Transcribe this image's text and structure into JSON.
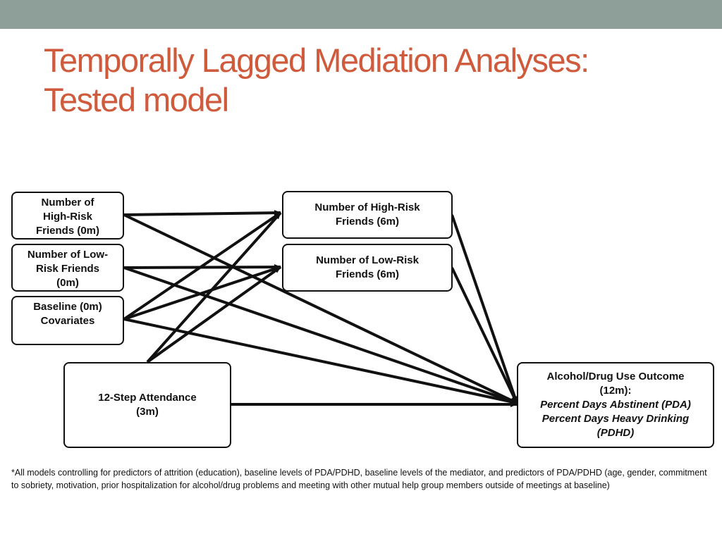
{
  "header": {
    "title_line1": "Temporally Lagged Mediation Analyses:",
    "title_line2": "Tested model"
  },
  "colors": {
    "title": "#d05a3c",
    "top_bar": "#8e9e98",
    "stroke": "#111111"
  },
  "diagram": {
    "nodes": {
      "hr0": {
        "lines": [
          "Number of",
          "High-Risk",
          "Friends (0m)"
        ]
      },
      "lr0": {
        "lines": [
          "Number of Low-",
          "Risk Friends",
          "(0m)"
        ]
      },
      "cov": {
        "lines": [
          "Baseline (0m)",
          "Covariates"
        ]
      },
      "att": {
        "lines": [
          "12-Step Attendance",
          "(3m)"
        ]
      },
      "hr6": {
        "lines": [
          "Number of High-Risk",
          "Friends (6m)"
        ]
      },
      "lr6": {
        "lines": [
          "Number of Low-Risk",
          "Friends (6m)"
        ]
      },
      "out": {
        "line1": "Alcohol/Drug Use Outcome",
        "line2": "(12m):",
        "line3": "Percent Days Abstinent (PDA)",
        "line4": "Percent Days Heavy Drinking",
        "line5": "(PDHD)"
      }
    },
    "edges": [
      {
        "from": "hr0",
        "to": "hr6"
      },
      {
        "from": "hr0",
        "to": "out"
      },
      {
        "from": "lr0",
        "to": "lr6"
      },
      {
        "from": "lr0",
        "to": "out"
      },
      {
        "from": "cov",
        "to": "hr6"
      },
      {
        "from": "cov",
        "to": "lr6"
      },
      {
        "from": "cov",
        "to": "out"
      },
      {
        "from": "att",
        "to": "hr6"
      },
      {
        "from": "att",
        "to": "lr6"
      },
      {
        "from": "att",
        "to": "out"
      },
      {
        "from": "hr6",
        "to": "out"
      },
      {
        "from": "lr6",
        "to": "out"
      }
    ]
  },
  "footnote": "*All models controlling for predictors of attrition (education), baseline levels of PDA/PDHD, baseline levels of the mediator, and predictors of PDA/PDHD (age, gender, commitment to sobriety, motivation, prior hospitalization for alcohol/drug problems and meeting with other mutual help group members outside of meetings at baseline)"
}
